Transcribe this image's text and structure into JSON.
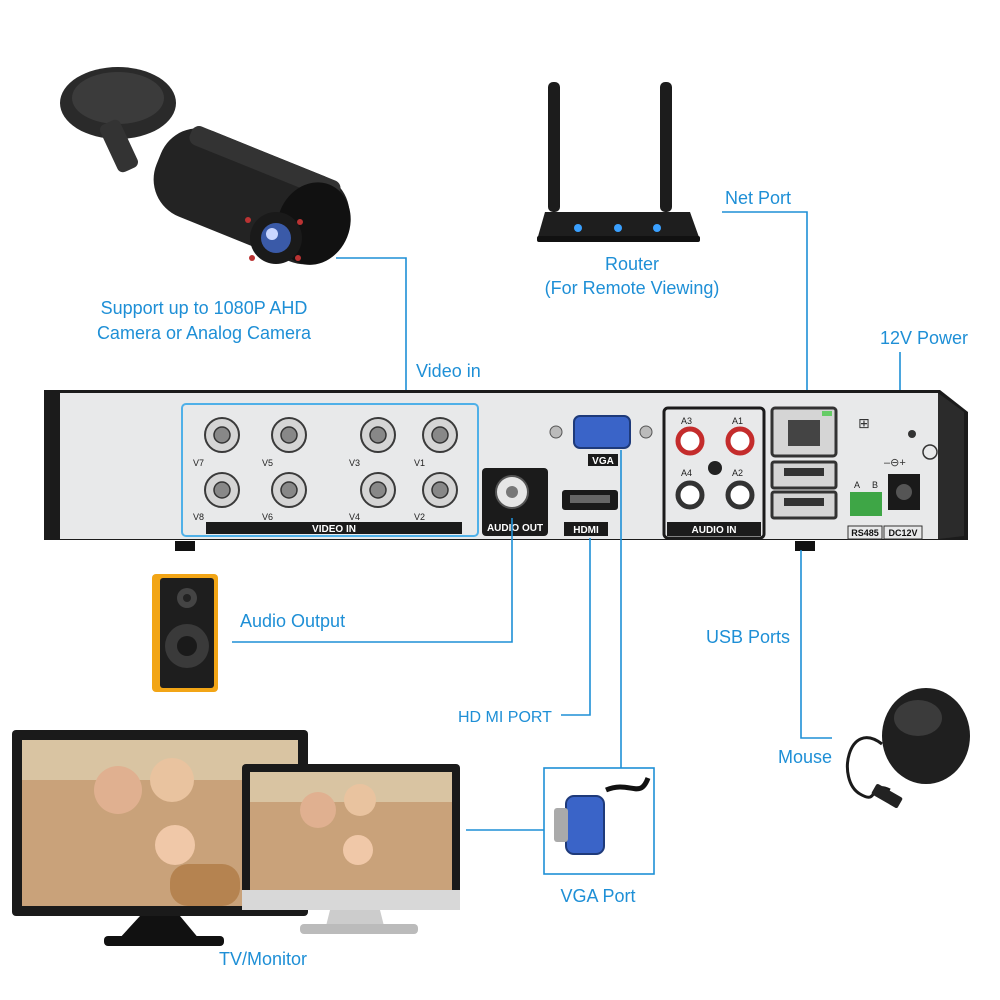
{
  "labels": {
    "camera": "Support up to 1080P AHD",
    "camera_line2": "Camera or Analog Camera",
    "video_in": "Video in",
    "router": "Router",
    "router_sub": "(For Remote Viewing)",
    "net_port": "Net Port",
    "power": "12V Power",
    "audio_output": "Audio Output",
    "usb_ports": "USB Ports",
    "hdmi_port": "HD MI PORT",
    "mouse": "Mouse",
    "vga_port": "VGA Port",
    "tv_monitor": "TV/Monitor"
  },
  "panel": {
    "video_in": "VIDEO IN",
    "audio_out": "AUDIO OUT",
    "vga": "VGA",
    "hdmi": "HDMI",
    "audio_in": "AUDIO IN",
    "rs485": "RS485",
    "dc12v": "DC12V",
    "rs485_a": "A",
    "rs485_b": "B",
    "v7": "V7",
    "v5": "V5",
    "v3": "V3",
    "v1": "V1",
    "v8": "V8",
    "v6": "V6",
    "v4": "V4",
    "v2": "V2",
    "a3": "A3",
    "a1": "A1",
    "a4": "A4",
    "a2": "A2"
  },
  "colors": {
    "accent": "#1e8fd6",
    "panel": "#e8e9ea",
    "chassis": "#1b1b1b"
  }
}
